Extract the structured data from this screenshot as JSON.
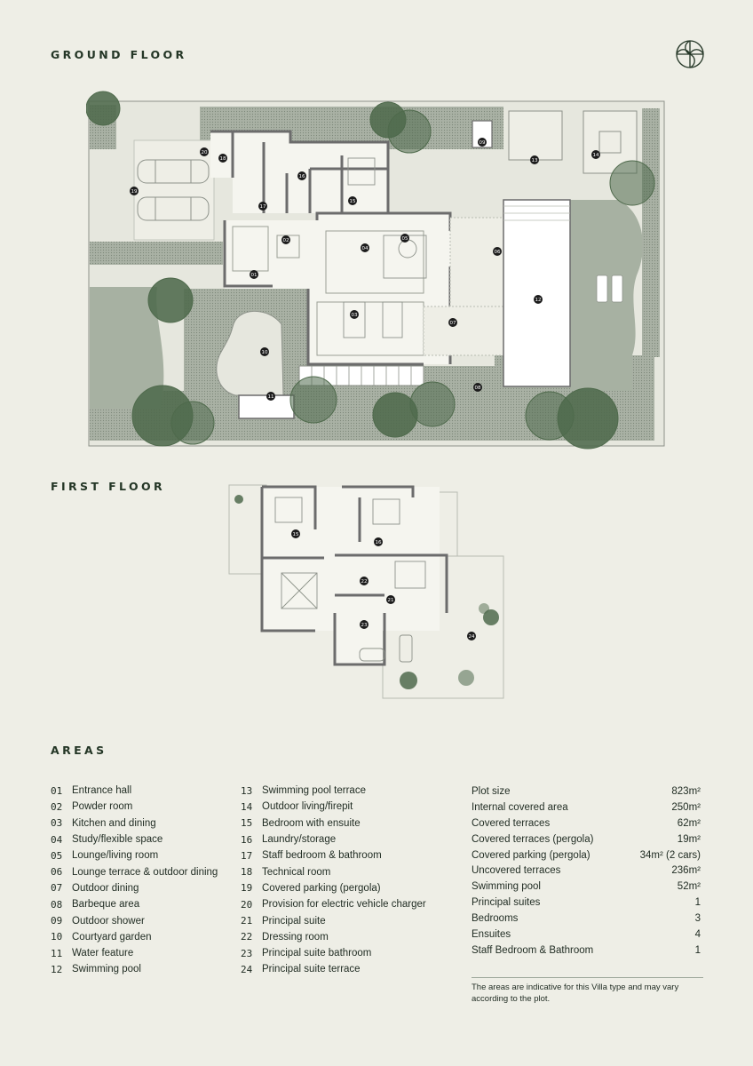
{
  "headings": {
    "ground_floor": "GROUND FLOOR",
    "first_floor": "FIRST FLOOR",
    "areas": "AREAS"
  },
  "logo_icon": "flower-circle-logo-icon",
  "colors": {
    "background": "#eeeee6",
    "tree": "#4f6a4c",
    "garden": "#a6b0a2",
    "wall": "#6c6c6c",
    "text": "#1f2b22"
  },
  "ground_labels": [
    "01",
    "02",
    "03",
    "04",
    "05",
    "06",
    "07",
    "08",
    "09",
    "10",
    "11",
    "12",
    "13",
    "14",
    "15",
    "16",
    "17",
    "18",
    "19",
    "20"
  ],
  "first_labels": [
    "15",
    "16",
    "21",
    "22",
    "23",
    "24"
  ],
  "legend": [
    {
      "num": "01",
      "label": "Entrance hall"
    },
    {
      "num": "02",
      "label": "Powder room"
    },
    {
      "num": "03",
      "label": "Kitchen and dining"
    },
    {
      "num": "04",
      "label": "Study/flexible space"
    },
    {
      "num": "05",
      "label": "Lounge/living room"
    },
    {
      "num": "06",
      "label": "Lounge terrace & outdoor dining"
    },
    {
      "num": "07",
      "label": "Outdoor dining"
    },
    {
      "num": "08",
      "label": "Barbeque area"
    },
    {
      "num": "09",
      "label": "Outdoor shower"
    },
    {
      "num": "10",
      "label": "Courtyard garden"
    },
    {
      "num": "11",
      "label": "Water feature"
    },
    {
      "num": "12",
      "label": "Swimming pool"
    },
    {
      "num": "13",
      "label": "Swimming pool terrace"
    },
    {
      "num": "14",
      "label": "Outdoor living/firepit"
    },
    {
      "num": "15",
      "label": "Bedroom with ensuite"
    },
    {
      "num": "16",
      "label": "Laundry/storage"
    },
    {
      "num": "17",
      "label": "Staff bedroom & bathroom"
    },
    {
      "num": "18",
      "label": "Technical room"
    },
    {
      "num": "19",
      "label": "Covered parking (pergola)"
    },
    {
      "num": "20",
      "label": "Provision for electric vehicle charger"
    },
    {
      "num": "21",
      "label": "Principal suite"
    },
    {
      "num": "22",
      "label": "Dressing room"
    },
    {
      "num": "23",
      "label": "Principal suite bathroom"
    },
    {
      "num": "24",
      "label": "Principal suite terrace"
    }
  ],
  "stats": [
    {
      "label": "Plot size",
      "value": "823m²"
    },
    {
      "label": "Internal covered area",
      "value": "250m²"
    },
    {
      "label": "Covered terraces",
      "value": "62m²"
    },
    {
      "label": "Covered terraces (pergola)",
      "value": "19m²"
    },
    {
      "label": "Covered parking (pergola)",
      "value": "34m² (2 cars)"
    },
    {
      "label": "Uncovered terraces",
      "value": "236m²"
    },
    {
      "label": "Swimming pool",
      "value": "52m²"
    },
    {
      "label": "Principal suites",
      "value": "1"
    },
    {
      "label": "Bedrooms",
      "value": "3"
    },
    {
      "label": "Ensuites",
      "value": "4"
    },
    {
      "label": "Staff Bedroom & Bathroom",
      "value": "1"
    }
  ],
  "note": "The areas are indicative for this Villa type and may vary according to the plot."
}
